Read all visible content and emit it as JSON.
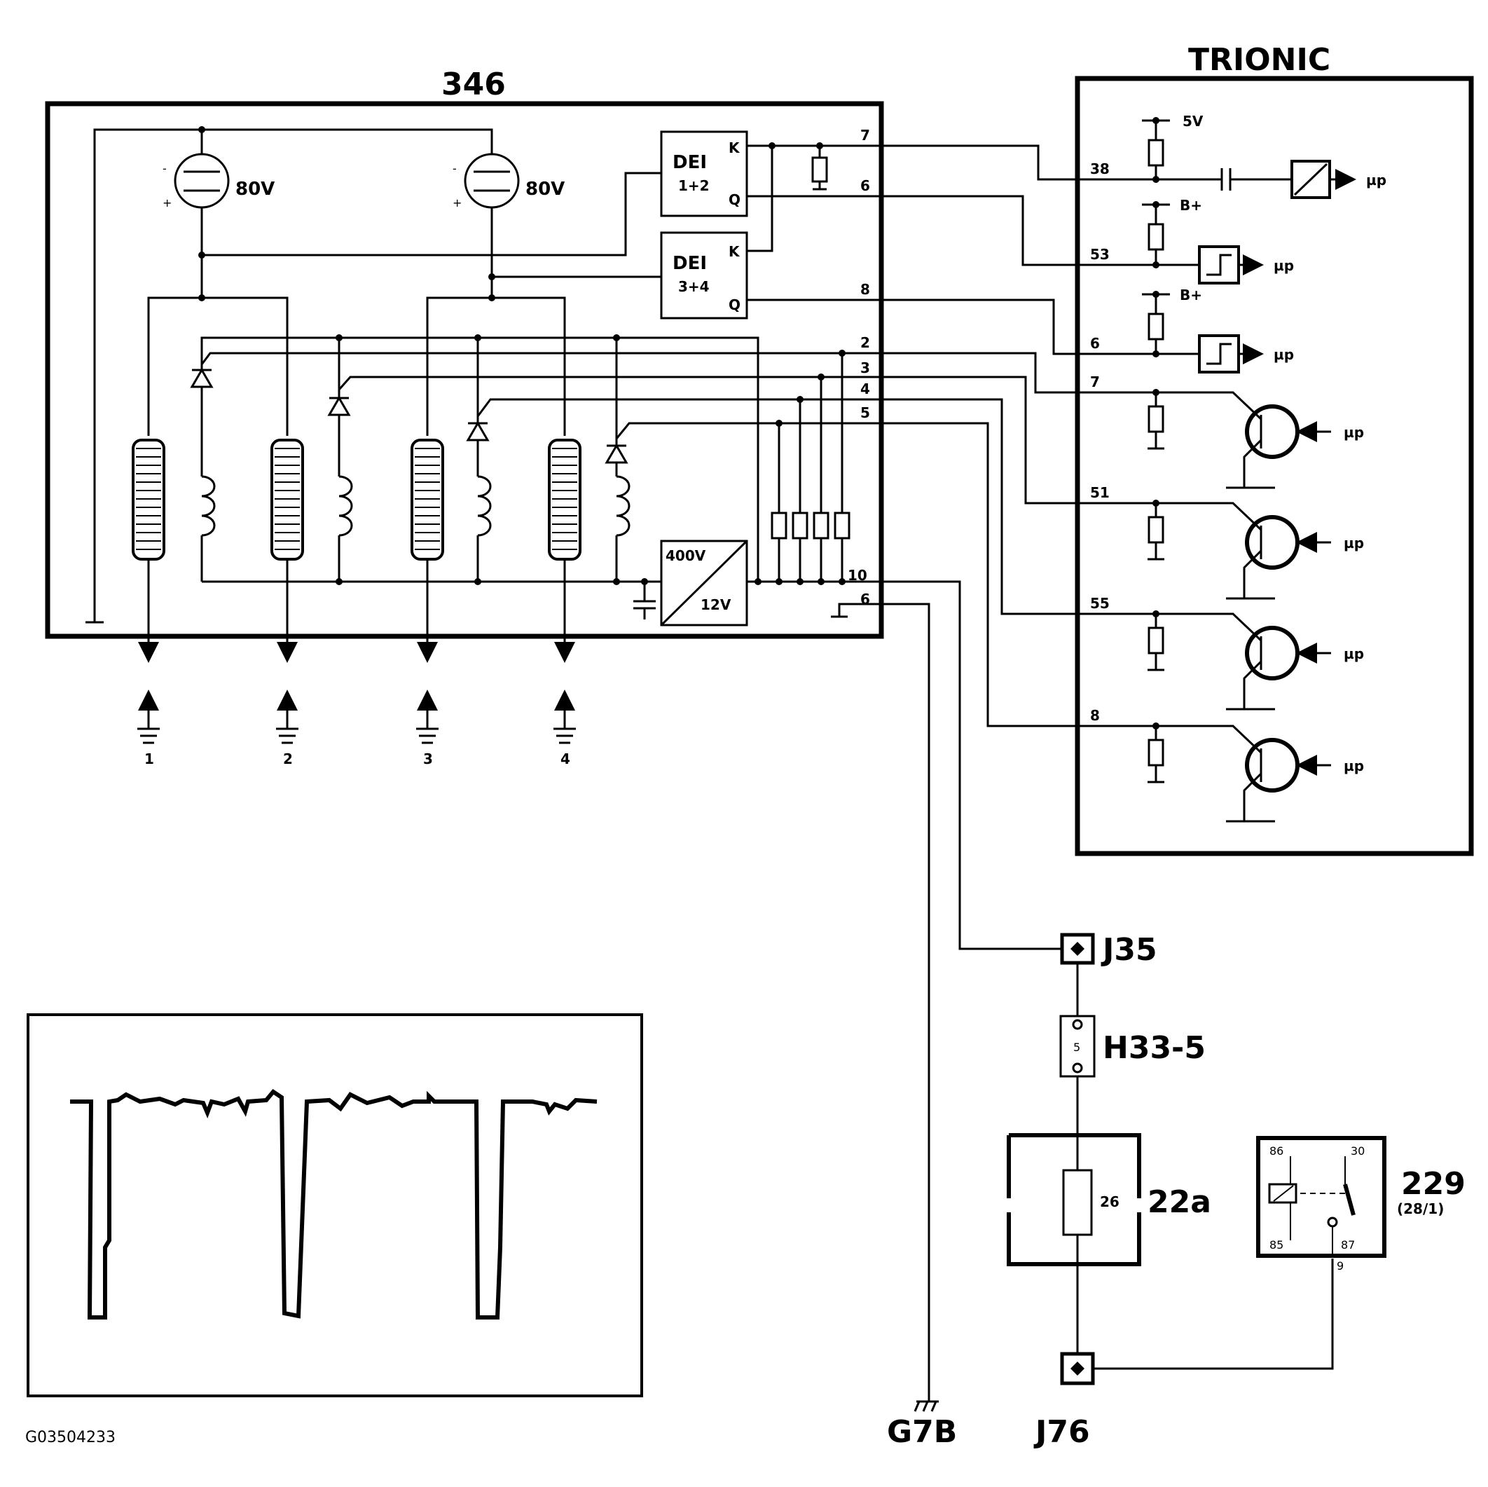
{
  "diagram": {
    "caption": "G03504233",
    "module_346": {
      "label": "346",
      "bulb_1_label": "80V",
      "bulb_2_label": "80V",
      "dei_1_2": {
        "line1": "DEI",
        "line2": "1+2",
        "pin_k": "K",
        "pin_q": "Q"
      },
      "dei_3_4": {
        "line1": "DEI",
        "line2": "3+4",
        "pin_k": "K",
        "pin_q": "Q"
      },
      "converter": {
        "input": "400V",
        "output": "12V"
      },
      "pins": [
        "7",
        "6",
        "8",
        "2",
        "3",
        "4",
        "5",
        "10",
        "6"
      ],
      "spark_plugs": [
        "1",
        "2",
        "3",
        "4"
      ]
    },
    "trionic": {
      "label": "TRIONIC",
      "supply_5v": "5V",
      "supply_b1": "B+",
      "supply_b2": "B+",
      "pins": [
        "38",
        "53",
        "6",
        "7",
        "51",
        "55",
        "8"
      ],
      "mu_labels": [
        "µp",
        "µp",
        "µp",
        "µp",
        "µp",
        "µp",
        "µp"
      ]
    },
    "ground": "G7B",
    "j35": "J35",
    "h33": {
      "label": "H33-5",
      "inner": "5"
    },
    "fuse_box": {
      "label": "22a",
      "fuse": "26"
    },
    "relay": {
      "label": "229",
      "sublabel": "(28/1)",
      "t86": "86",
      "t30": "30",
      "t85": "85",
      "t87": "87",
      "pin": "9"
    },
    "j76": "J76"
  }
}
